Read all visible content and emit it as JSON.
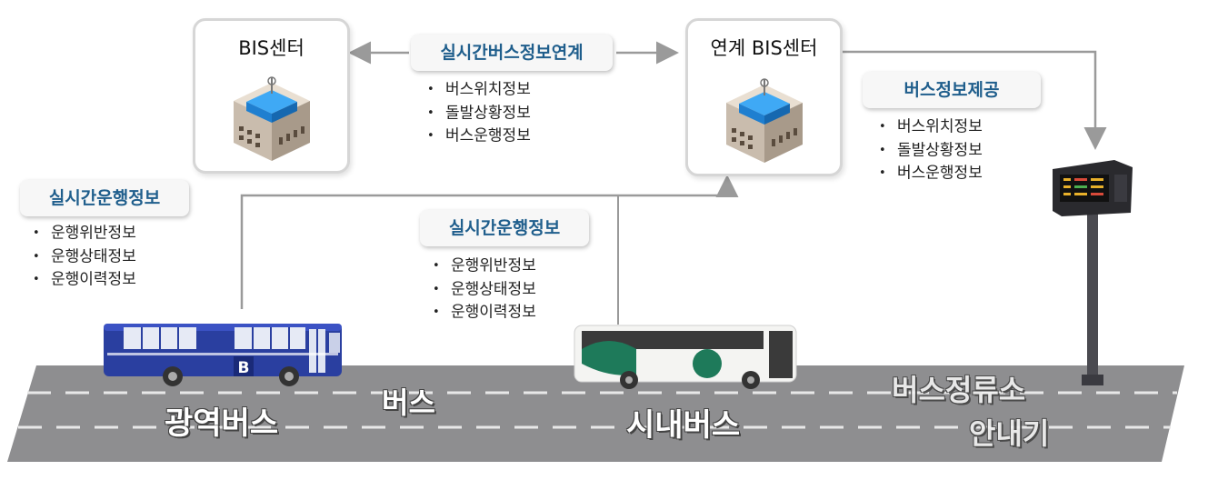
{
  "centers": {
    "left_title": "BIS센터",
    "right_title": "연계 BIS센터"
  },
  "link": {
    "label": "실시간버스정보연계",
    "items": [
      "버스위치정보",
      "돌발상황정보",
      "버스운행정보"
    ]
  },
  "provide": {
    "label": "버스정보제공",
    "items": [
      "버스위치정보",
      "돌발상황정보",
      "버스운행정보"
    ]
  },
  "operation_left": {
    "label": "실시간운행정보",
    "items": [
      "운행위반정보",
      "운행상태정보",
      "운행이력정보"
    ]
  },
  "operation_mid": {
    "label": "실시간운행정보",
    "items": [
      "운행위반정보",
      "운행상태정보",
      "운행이력정보"
    ]
  },
  "road": {
    "intercity_bus": "광역버스",
    "bus": "버스",
    "city_bus": "시내버스",
    "stop_display_line1": "버스정류소",
    "stop_display_line2": "안내기",
    "bus_badge": "B"
  },
  "colors": {
    "accent": "#1f5e8c",
    "road": "#8e8e90",
    "intercity_bus": "#2a3fa0",
    "city_bus_green": "#1e7a5a",
    "arrow": "#9a9a9a"
  }
}
